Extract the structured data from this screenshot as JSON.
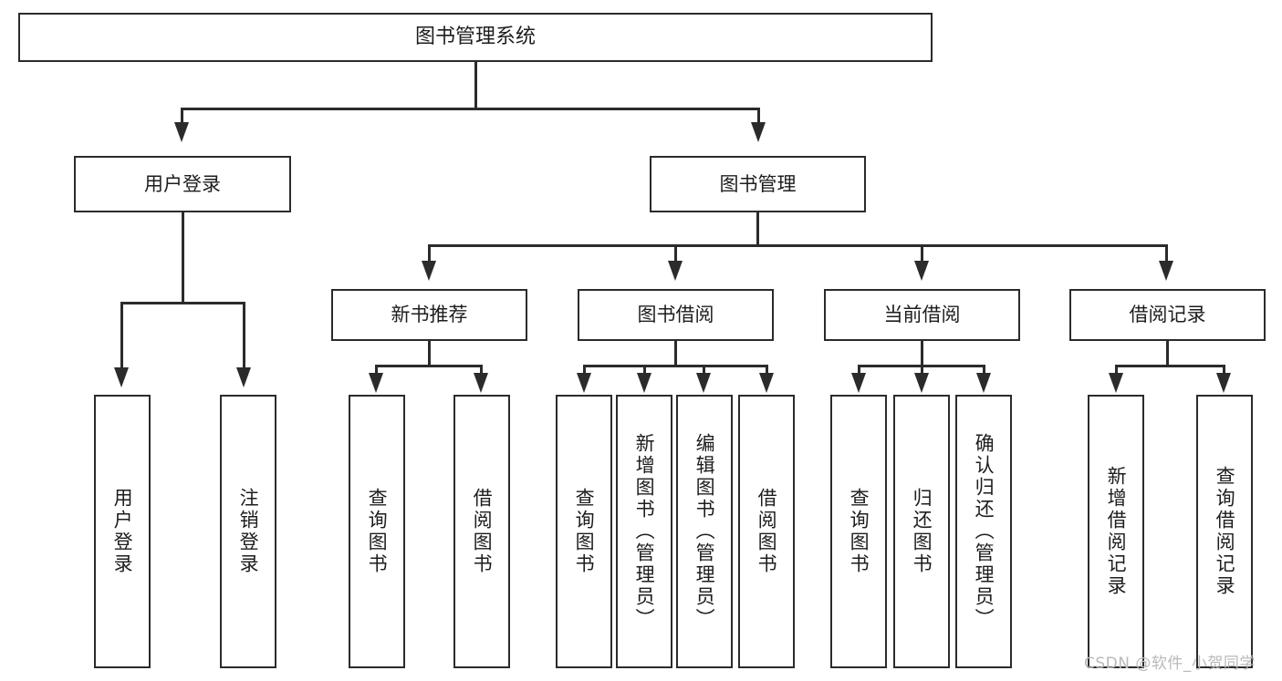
{
  "diagram": {
    "title": "图书管理系统",
    "watermark": "CSDN @软件_小贺同学",
    "level1": {
      "root": "图书管理系统"
    },
    "level2": [
      {
        "label": "用户登录"
      },
      {
        "label": "图书管理"
      }
    ],
    "level3": [
      {
        "label": "新书推荐"
      },
      {
        "label": "图书借阅"
      },
      {
        "label": "当前借阅"
      },
      {
        "label": "借阅记录"
      }
    ],
    "leaves": {
      "user_login": [
        {
          "label": "用户登录"
        },
        {
          "label": "注销登录"
        }
      ],
      "new_book_recommend": [
        {
          "label": "查询图书"
        },
        {
          "label": "借阅图书"
        }
      ],
      "book_borrow": [
        {
          "label": "查询图书"
        },
        {
          "label": "新增图书（管理员）"
        },
        {
          "label": "编辑图书（管理员）"
        },
        {
          "label": "借阅图书"
        }
      ],
      "current_borrow": [
        {
          "label": "查询图书"
        },
        {
          "label": "归还图书"
        },
        {
          "label": "确认归还（管理员）"
        }
      ],
      "borrow_record": [
        {
          "label": "新增借阅记录"
        },
        {
          "label": "查询借阅记录"
        }
      ]
    },
    "colors": {
      "stroke": "#2b2b2b",
      "text": "#1d1d1d",
      "background": "#ffffff",
      "watermark": "#b9b9b9"
    }
  }
}
